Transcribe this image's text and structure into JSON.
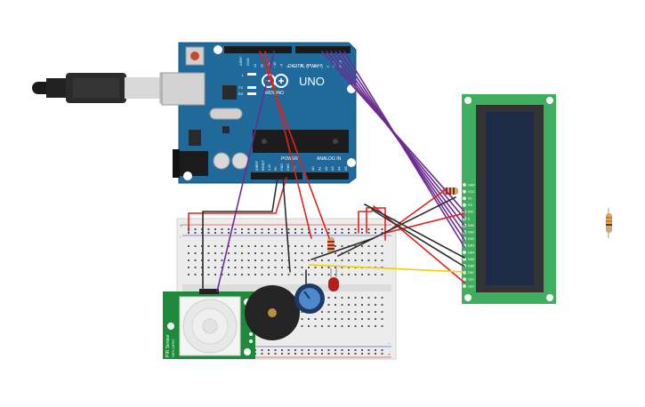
{
  "colors": {
    "arduino_blue": "#1f6a9a",
    "lcd_green": "#3fae5f",
    "lcd_screen": "#1d2a48",
    "wire_red": "#e0231b",
    "wire_black": "#2d2d2d",
    "wire_purple": "#6b2c91",
    "wire_yellow": "#f0d000",
    "breadboard": "#ececec",
    "pir_green": "#1c8a3a"
  },
  "arduino": {
    "brand": "UNO",
    "digital_label": "DIGITAL (PWM~)",
    "power_label": "POWER",
    "analog_label": "ANALOG IN",
    "arduino_label": "ARDUINO",
    "aref": "AREF",
    "gnd": "GND",
    "l_label": "L",
    "tx_label": "TX",
    "rx_label": "RX",
    "digital_pins": [
      "13",
      "12",
      "~11",
      "~10",
      "~9",
      "8",
      "7",
      "~6",
      "~5",
      "4",
      "~3",
      "2",
      "TX 1",
      "RX 0"
    ],
    "power_pins": [
      "IOREF",
      "RESET",
      "3.3V",
      "5V",
      "GND",
      "GND",
      "Vin"
    ],
    "analog_pins": [
      "A0",
      "A1",
      "A2",
      "A3",
      "A4",
      "A5"
    ]
  },
  "lcd": {
    "pins": [
      "GND",
      "VCC",
      "V0",
      "RS",
      "RW",
      "E",
      "DB0",
      "DB1",
      "DB2",
      "DB3",
      "DB4",
      "DB5",
      "DB6",
      "DB7",
      "LED",
      "LED"
    ]
  },
  "pir": {
    "label": "PIR Sensor",
    "model": "SEN-18767"
  },
  "breadboard": {
    "plus": "+",
    "minus": "-"
  }
}
